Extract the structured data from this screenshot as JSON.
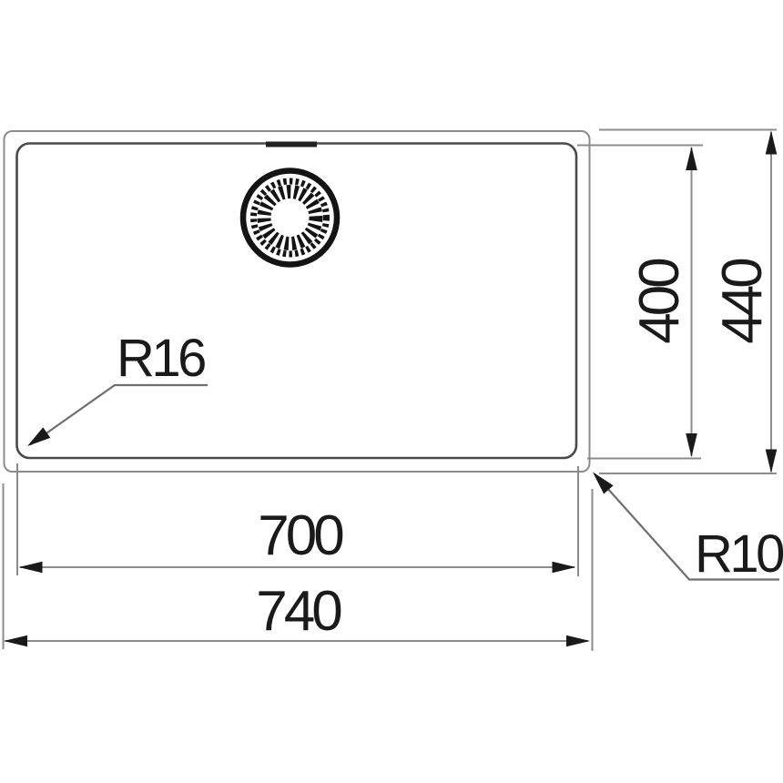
{
  "drawing": {
    "labels": {
      "inner_width": "700",
      "outer_width": "740",
      "inner_depth": "400",
      "outer_depth": "440",
      "inner_corner_radius": "R16",
      "outer_corner_radius": "R10"
    },
    "colors": {
      "background": "#ffffff",
      "thin_outline_and_dimension_lines": "#8c8c8c",
      "bowl_outline": "#4a4a4a",
      "ink_text_and_arrows": "#1a1a1a",
      "drain": "#141414"
    },
    "icons": {
      "drain": {
        "name": "drain-strainer-icon",
        "shape": "concentric circles with dotted ring and radial teeth"
      }
    }
  }
}
